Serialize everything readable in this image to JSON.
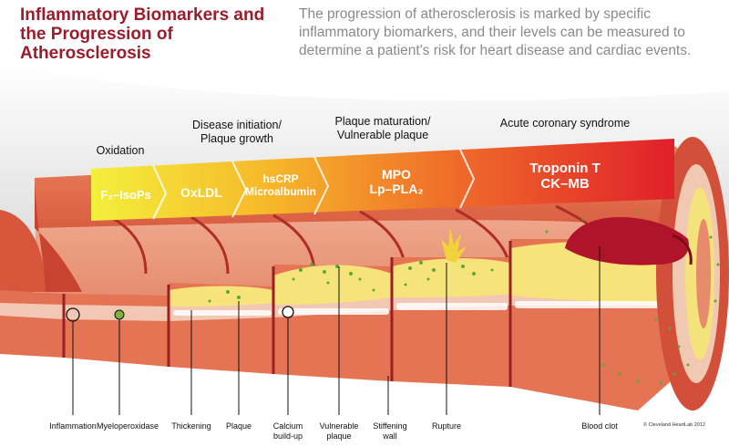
{
  "title": "Inflammatory Biomarkers and the Progression of Atherosclerosis",
  "subtitle": "The progression of atherosclerosis is marked by specific inflammatory biomarkers, and their levels can be measured to determine a patient's risk for heart disease and cardiac events.",
  "stages": {
    "oxidation": "Oxidation",
    "initiation": "Disease initiation/ Plaque growth",
    "maturation": "Plaque maturation/ Vulnerable plaque",
    "acs": "Acute coronary syndrome"
  },
  "markers": {
    "f2": "F₂–IsoPs",
    "oxldl": "OxLDL",
    "hscrp": "hsCRP",
    "microalbumin": "Microalbumin",
    "mpo": "MPO",
    "lppla2": "Lp–PLA₂",
    "troponin": "Troponin T",
    "ckmb": "CK–MB"
  },
  "labels": {
    "inflammation": "Inflammation",
    "myeloperoxidase": "Myeloperoxidase",
    "thickening": "Thickening",
    "plaque": "Plaque",
    "calcium": "Calcium build-up",
    "vulnerable": "Vulnerable plaque",
    "stiffening": "Stiffening wall",
    "rupture": "Rupture",
    "bloodclot": "Blood clot"
  },
  "copyright": "© Cleveland HeartLab 2012",
  "colors": {
    "title": "#9b1c2c",
    "arrow_start": "#f2ea3a",
    "arrow_end": "#e0202a",
    "artery_wall": "#e87a5a",
    "plaque": "#f5e27a"
  }
}
